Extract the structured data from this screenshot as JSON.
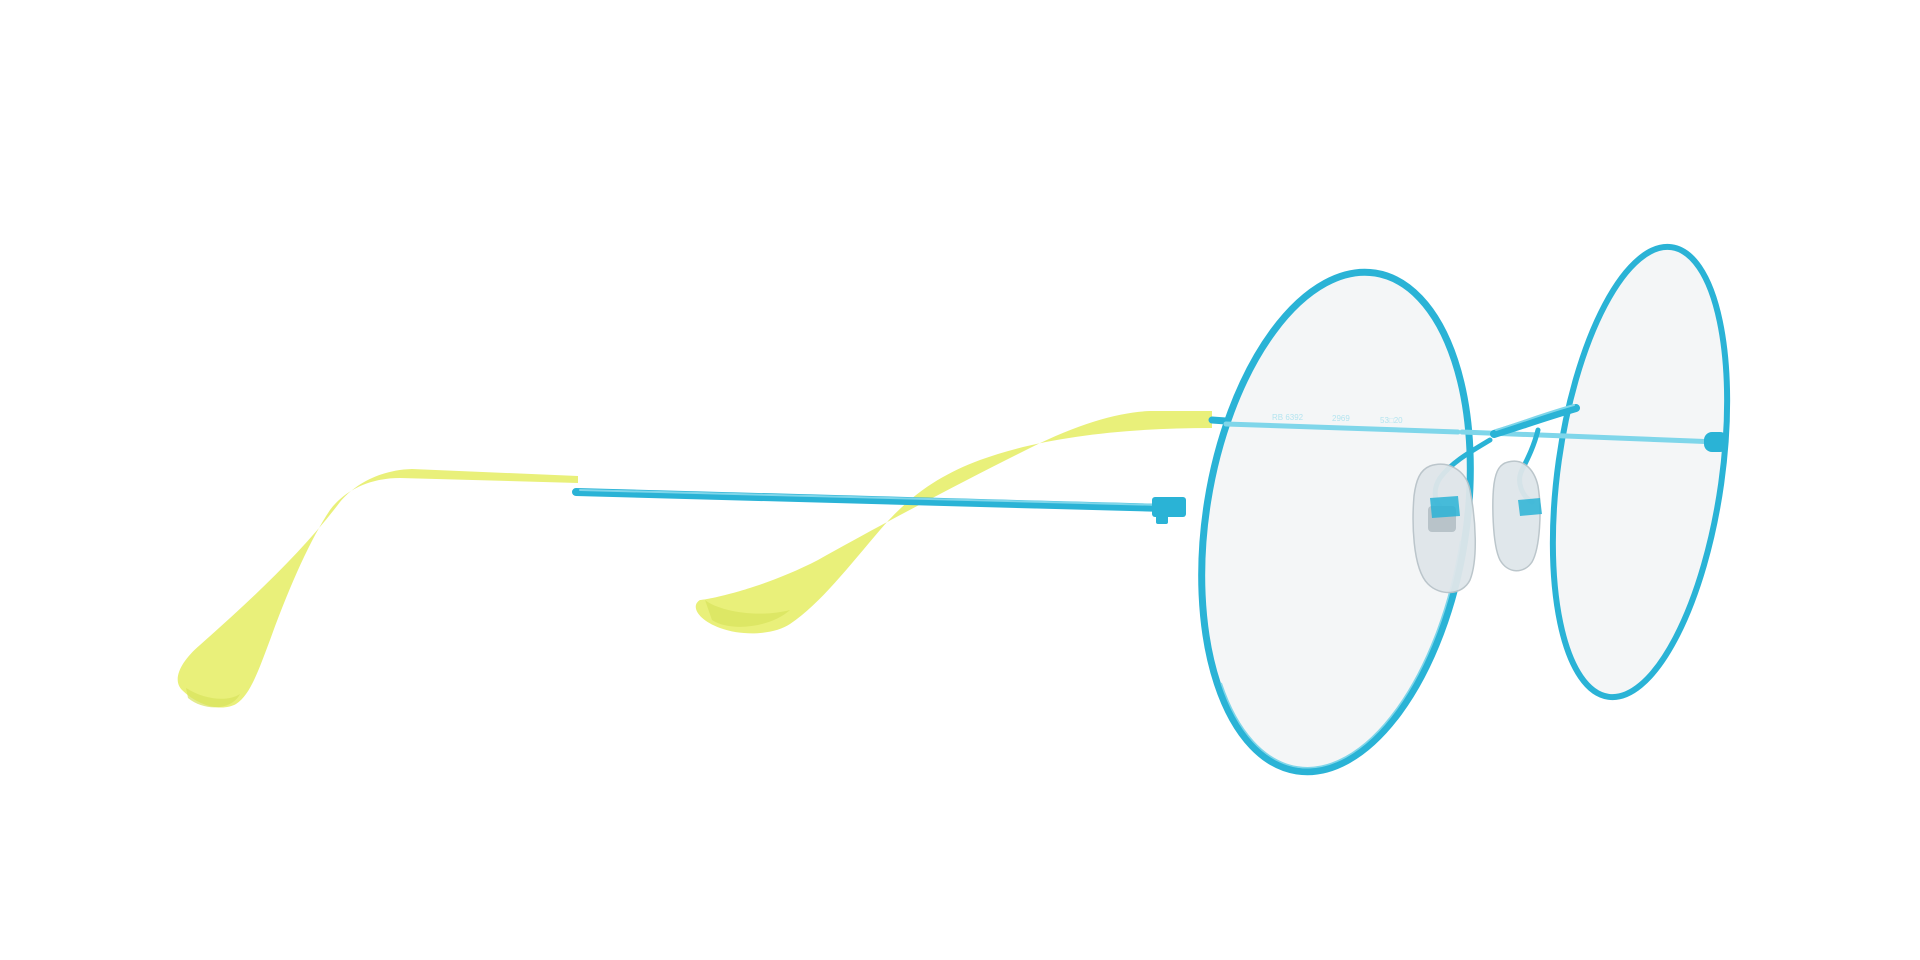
{
  "product_image": {
    "colors": {
      "background": "#ffffff",
      "frame": "#2ab3d6",
      "frame_highlight": "#7fd6ea",
      "temple_tip": "#e9f07a",
      "temple_tip_shade": "#d7e35c",
      "lens_tint": "#f4f6f7",
      "nose_pad": "#dfe6ea",
      "nose_pad_metal": "#b8c3c9"
    },
    "temple_imprint": {
      "model": "RB 6392",
      "color_code": "2969",
      "size": "53□20"
    }
  }
}
